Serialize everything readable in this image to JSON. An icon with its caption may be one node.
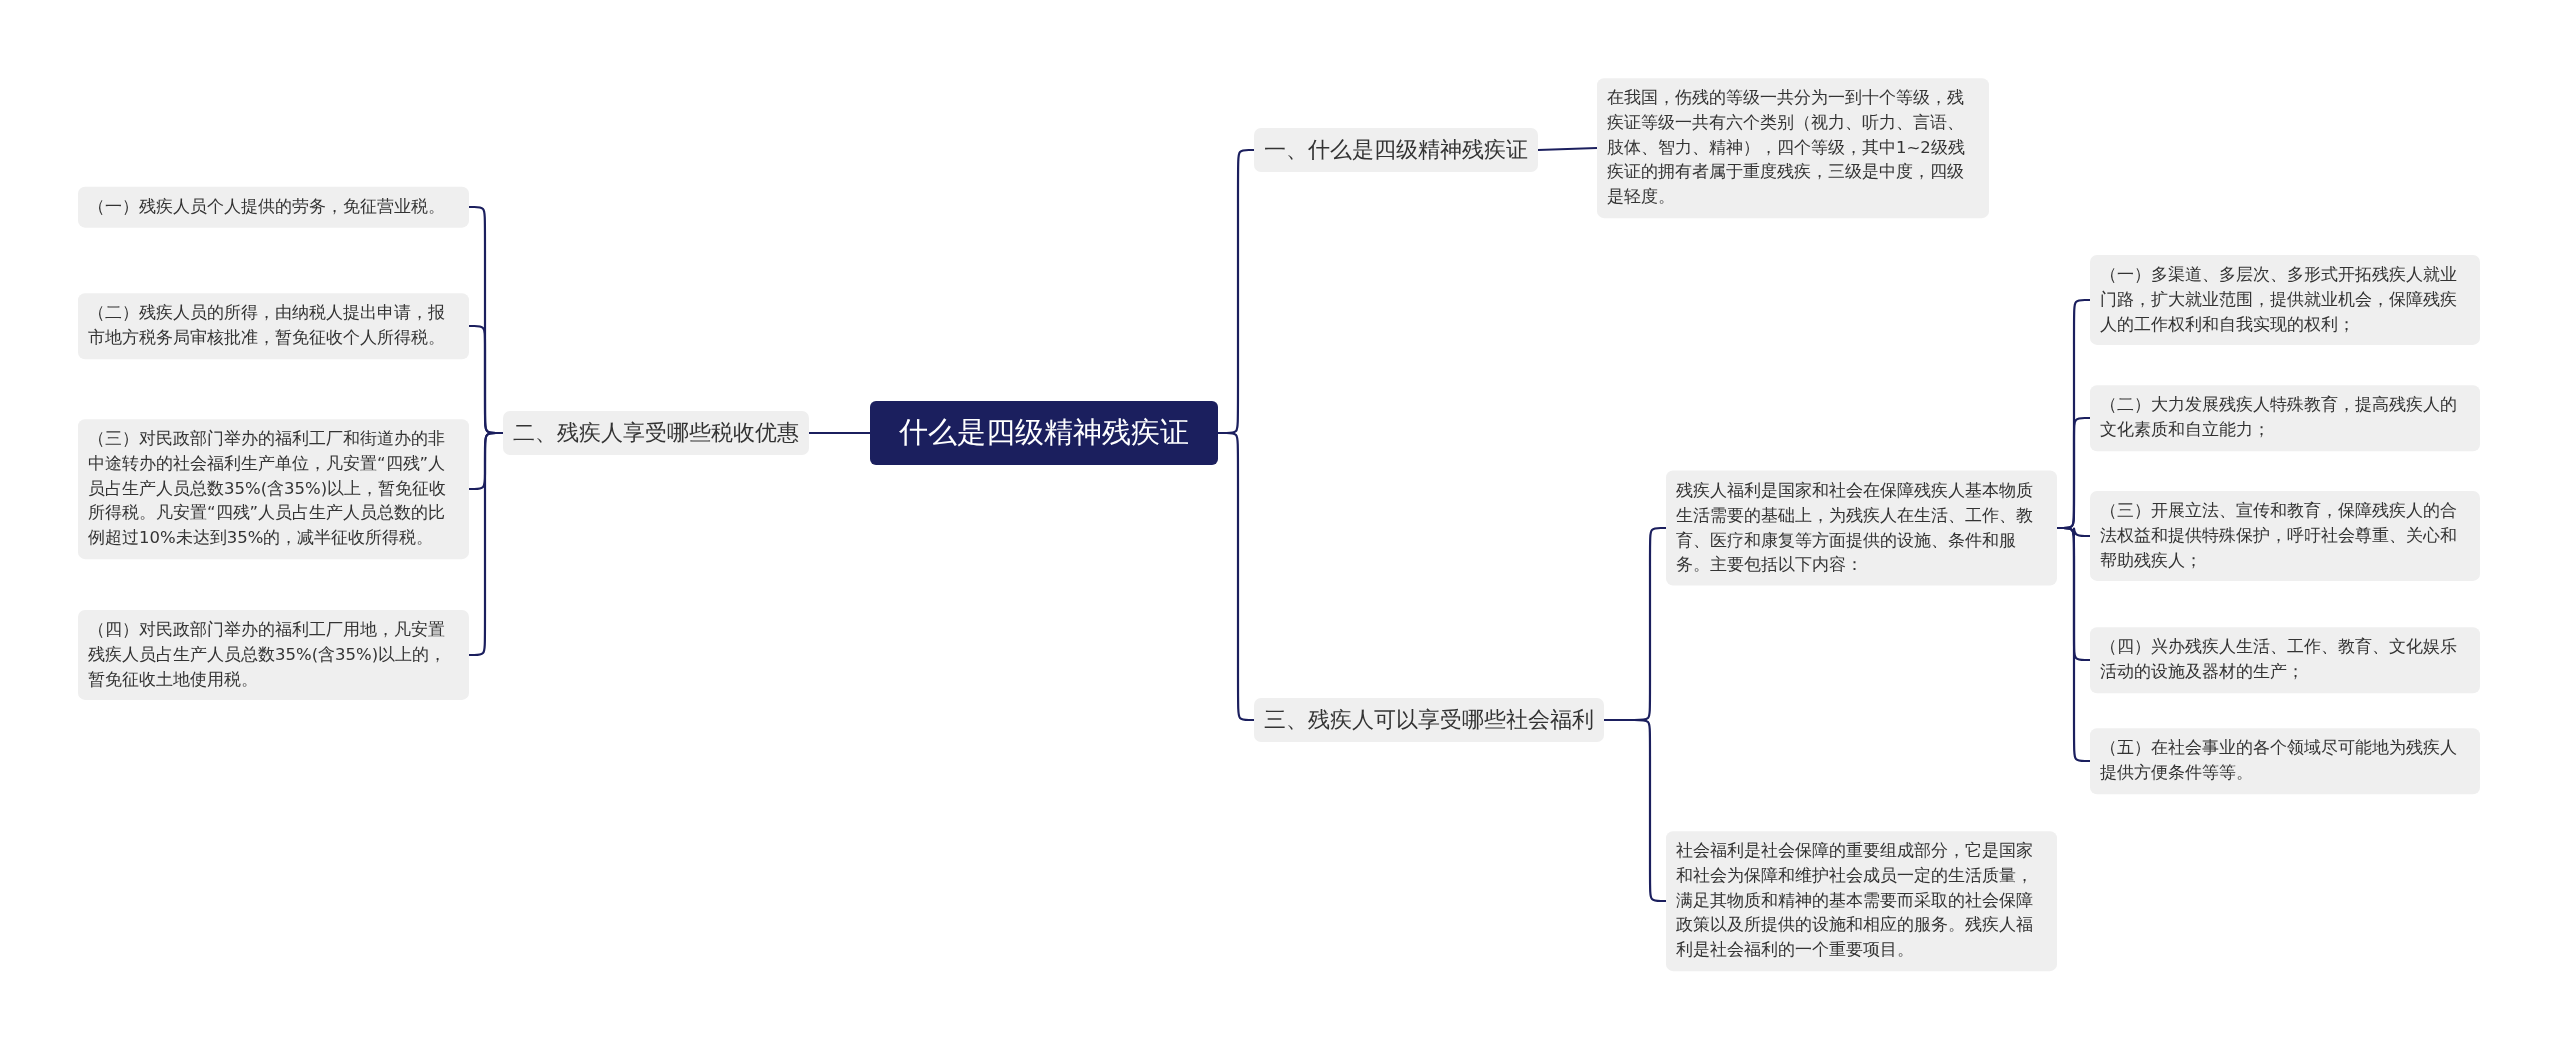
{
  "diagram": {
    "nodes": [
      {
        "text": [
          "什么是四级精神残疾证"
        ]
      },
      {
        "text": [
          "一、什么是四级精神残疾证"
        ]
      },
      {
        "text": [
          "在我国，伤残的等级一共分为一到十个等级，残疾证等级一共有六个类别（视力、听力、言语、肢体、智力、精神），四个等级，其中1~2级残疾证的拥有者属于重度残疾，三级是中度，四级是轻度。"
        ]
      },
      {
        "text": [
          "二、残疾人享受哪些税收优惠"
        ]
      },
      {
        "text": [
          "（一）残疾人员个人提供的劳务，免征营业税。"
        ]
      },
      {
        "text": [
          "（二）残疾人员的所得，由纳税人提出申请，报市地方税务局审核批准，暂免征收个人所得税。"
        ]
      },
      {
        "text": [
          "（三）对民政部门举办的福利工厂和街道办的非中途转办的社会福利生产单位，凡安置“四残”人员占生产人员总数35%(含35%)以上，暂免征收所得税。凡安置“四残”人员占生产人员总数的比例超过10%未达到35%的，减半征收所得税。"
        ]
      },
      {
        "text": [
          "（四）对民政部门举办的福利工厂用地，凡安置残疾人员占生产人员总数35%(含35%)以上的，暂免征收土地使用税。"
        ]
      },
      {
        "text": [
          "三、残疾人可以享受哪些社会福利"
        ]
      },
      {
        "text": [
          "残疾人福利是国家和社会在保障残疾人基本物质生活需要的基础上，为残疾人在生活、工作、教育、医疗和康复等方面提供的设施、条件和服务。主要包括以下内容："
        ]
      },
      {
        "text": [
          "（一）多渠道、多层次、多形式开拓残疾人就业门路，扩大就业范围，提供就业机会，保障残疾人的工作权利和自我实现的权利；"
        ]
      },
      {
        "text": [
          "（二）大力发展残疾人特殊教育，提高残疾人的文化素质和自立能力；"
        ]
      },
      {
        "text": [
          "（三）开展立法、宣传和教育，保障残疾人的合法权益和提供特殊保护，呼吁社会尊重、关心和帮助残疾人；"
        ]
      },
      {
        "text": [
          "（四）兴办残疾人生活、工作、教育、文化娱乐活动的设施及器材的生产；"
        ]
      },
      {
        "text": [
          "（五）在社会事业的各个领域尽可能地为残疾人提供方便条件等等。"
        ]
      },
      {
        "text": [
          "社会福利是社会保障的重要组成部分，它是国家和社会为保障和维护社会成员一定的生活质量，满足其物质和精神的基本需要而采取的社会保障政策以及所提供的设施和相应的服务。残疾人福利是社会福利的一个重要项目。"
        ]
      }
    ],
    "edges": [
      {
        "from": 0,
        "to": 1,
        "arrow": "none"
      },
      {
        "from": 1,
        "to": 2,
        "arrow": "none"
      },
      {
        "from": 0,
        "to": 3,
        "arrow": "none"
      },
      {
        "from": 3,
        "to": 4,
        "arrow": "none"
      },
      {
        "from": 3,
        "to": 5,
        "arrow": "none"
      },
      {
        "from": 3,
        "to": 6,
        "arrow": "none"
      },
      {
        "from": 3,
        "to": 7,
        "arrow": "none"
      },
      {
        "from": 0,
        "to": 8,
        "arrow": "none"
      },
      {
        "from": 8,
        "to": 9,
        "arrow": "none"
      },
      {
        "from": 9,
        "to": 10,
        "arrow": "none"
      },
      {
        "from": 9,
        "to": 11,
        "arrow": "none"
      },
      {
        "from": 9,
        "to": 12,
        "arrow": "none"
      },
      {
        "from": 9,
        "to": 13,
        "arrow": "none"
      },
      {
        "from": 9,
        "to": 14,
        "arrow": "none"
      },
      {
        "from": 8,
        "to": 15,
        "arrow": "none"
      }
    ]
  }
}
